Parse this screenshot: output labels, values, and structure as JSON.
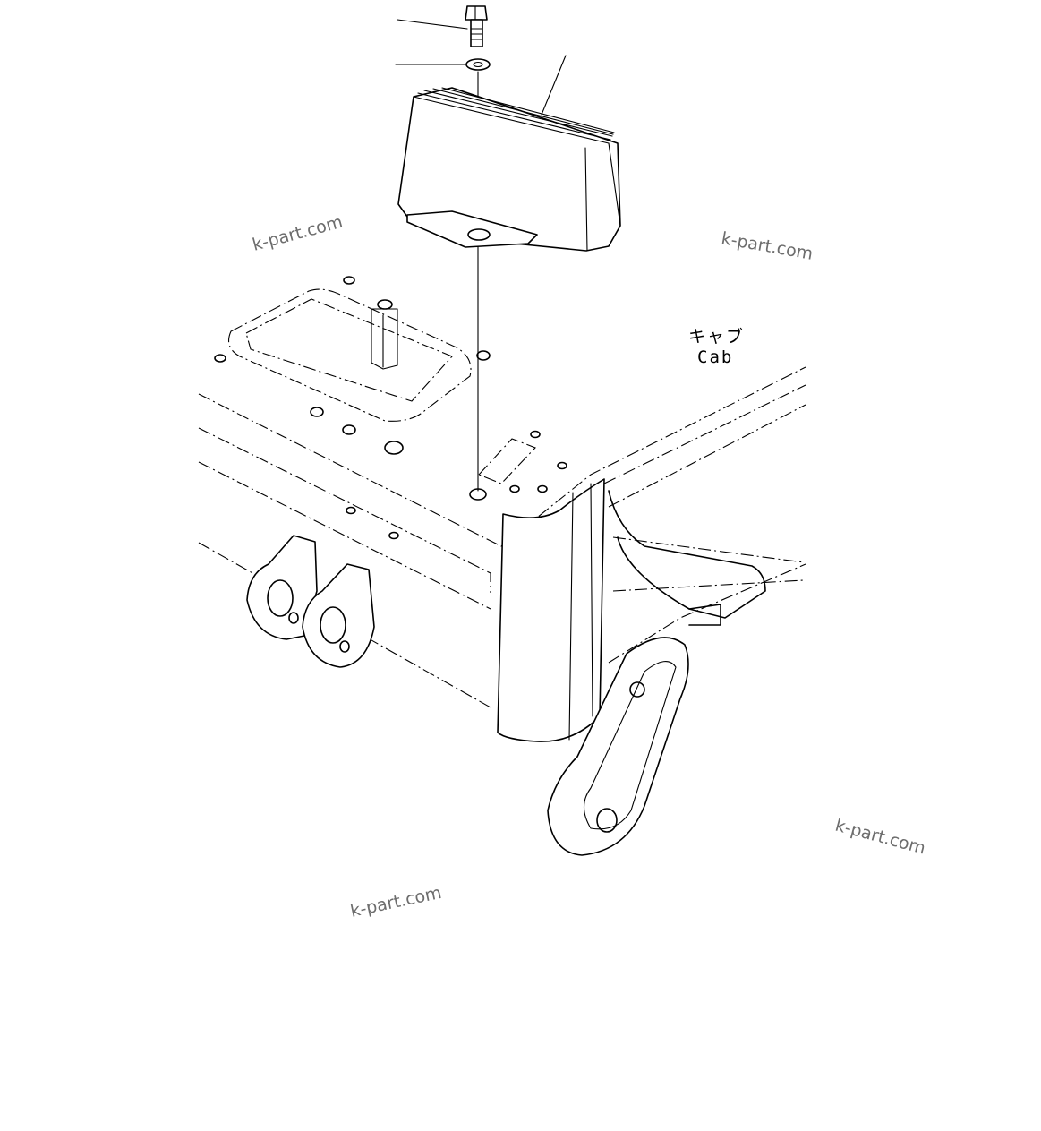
{
  "labels": {
    "cab_jp": "キャブ",
    "cab_en": "Cab"
  },
  "watermarks": [
    "k-part.com",
    "k-part.com",
    "k-part.com",
    "k-part.com"
  ]
}
